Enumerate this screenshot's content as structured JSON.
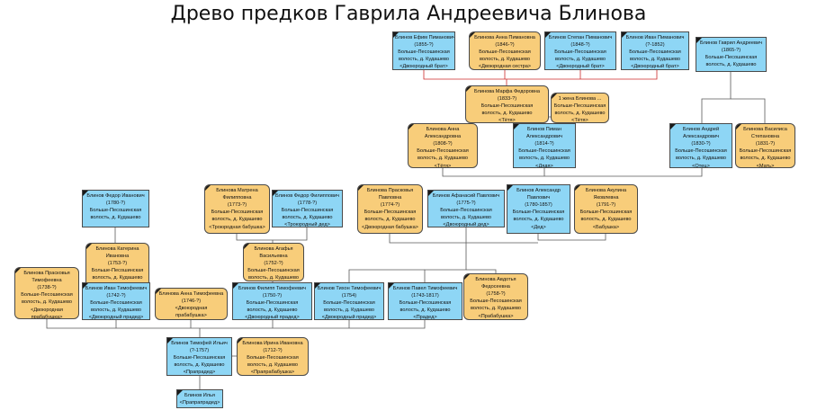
{
  "title": "Древо предков Гаврила Андреевича Блинова",
  "nodes": {
    "efim": {
      "sex": "m",
      "lines": [
        "Блинов Ефим Пиманович",
        "(1855-?)",
        "Больше-Песошинская",
        "волость, д. Кудашево",
        "<Двоюродный брат>"
      ]
    },
    "anna_piman": {
      "sex": "f",
      "lines": [
        "Блинова Анна Пимановна",
        "(1846-?)",
        "Больше-Песошинская",
        "волость, д. Кудашево",
        "<Двоюродная сестра>"
      ]
    },
    "stepan": {
      "sex": "m",
      "lines": [
        "Блинов Степан Пиманович",
        "(1848-?)",
        "Больше-Песошинская",
        "волость, д. Кудашево",
        "<Двоюродный брат>"
      ]
    },
    "ivan_piman": {
      "sex": "m",
      "lines": [
        "Блинов Иван Пиманович",
        "(?-1852)",
        "Больше-Песошинская",
        "волость, д. Кудашево",
        "<Двоюродный брат>"
      ]
    },
    "gavril": {
      "sex": "m",
      "lines": [
        "Блинов Гаврил Андреевич",
        "(1865-?)",
        "Больше-Песошинская",
        "волость, д. Кудашево"
      ]
    },
    "marfa": {
      "sex": "f",
      "lines": [
        "Блинова Марфа Федоровна",
        "(1833-?)",
        "Больше-Песошинская",
        "волость, д. Кудашево",
        "<Тётя>"
      ]
    },
    "wife1": {
      "sex": "f",
      "lines": [
        "1 жена Блинова ...",
        "Больше-Песошинская",
        "волость, д. Кудашево",
        "<Тётя>"
      ]
    },
    "anna_al": {
      "sex": "f",
      "lines": [
        "Блинова Анна",
        "Александровна",
        "(1808-?)",
        "Больше-Песошинская",
        "волость, д. Кудашево",
        "<Тётя>"
      ]
    },
    "piman": {
      "sex": "m",
      "lines": [
        "Блинов Пиман",
        "Александрович",
        "(1814-?)",
        "Больше-Песошинская",
        "волость, д. Кудашево",
        "<Дядя>"
      ]
    },
    "andrey": {
      "sex": "m",
      "lines": [
        "Блинов Андрей",
        "Александрович",
        "(1830-?)",
        "Больше-Песошинская",
        "волость, д. Кудашево",
        "<Отец>"
      ]
    },
    "vasilisa": {
      "sex": "f",
      "lines": [
        "Блинова Василиса",
        "Степановна",
        "(1831-?)",
        "Больше-Песошинская",
        "волость, д. Кудашево",
        "<Мать>"
      ]
    },
    "fedor_iv": {
      "sex": "m",
      "lines": [
        "Блинов Федор Иванович",
        "(1780-?)",
        "Больше-Песошинская",
        "волость, д. Кудашево"
      ]
    },
    "matrena": {
      "sex": "f",
      "lines": [
        "Блинова Матрена",
        "Филипповна",
        "(1773-?)",
        "Больше-Песошинская",
        "волость, д. Кудашево",
        "<Троюродная бабушка>"
      ]
    },
    "fedor_fil": {
      "sex": "m",
      "lines": [
        "Блинов Федор Филиппович",
        "(1778-?)",
        "Больше-Песошинская",
        "волость, д. Кудашево",
        "<Троюродный дед>"
      ]
    },
    "praskovya_p": {
      "sex": "f",
      "lines": [
        "Блинова Прасковья",
        "Павловна",
        "(1774-?)",
        "Больше-Песошинская",
        "волость, д. Кудашево",
        "<Двоюродная бабушка>"
      ]
    },
    "afanasy": {
      "sex": "m",
      "lines": [
        "Блинов Афанасий Павлович",
        "(1775-?)",
        "Больше-Песошинская",
        "волость, д. Кудашево",
        "<Двоюродный дед>"
      ]
    },
    "alexander": {
      "sex": "m",
      "lines": [
        "Блинов Александр",
        "Павлович",
        "(1780-1857)",
        "Больше-Песошинская",
        "волость, д. Кудашево",
        "<Дед>"
      ]
    },
    "akulina": {
      "sex": "f",
      "lines": [
        "Блинова Акулина",
        "Яковлевна",
        "(1791-?)",
        "Больше-Песошинская",
        "волость, д. Кудашево",
        "<Бабушка>"
      ]
    },
    "ekaterina": {
      "sex": "f",
      "lines": [
        "Блинова Катерина",
        "Ивановна",
        "(1753-?)",
        "Больше-Песошинская",
        "волость, д. Кудашево"
      ]
    },
    "agafya": {
      "sex": "f",
      "lines": [
        "Блинова Агафья",
        "Васильевна",
        "(1752-?)",
        "Больше-Песошинская",
        "волость, д. Кудашево"
      ]
    },
    "praskovya_t": {
      "sex": "f",
      "lines": [
        "Блинова Прасковья",
        "Тимофеевна",
        "(1738-?)",
        "Больше-Песошинская",
        "волость, д. Кудашево",
        "<Двоюродная",
        "прабабушка>"
      ]
    },
    "ivan_tim": {
      "sex": "m",
      "lines": [
        "Блинов Иван Тимофеевич",
        "(1742-?)",
        "Больше-Песошинская",
        "волость, д. Кудашево",
        "<Двоюродный прадед>"
      ]
    },
    "anna_tim": {
      "sex": "f",
      "lines": [
        "Блинова Анна Тимофеевна",
        "(1746-?)",
        "<Двоюродная",
        "прабабушка>"
      ]
    },
    "filipp": {
      "sex": "m",
      "lines": [
        "Блинов Филипп Тимофеевич",
        "(1750-?)",
        "Больше-Песошинская",
        "волость, д. Кудашево",
        "<Двоюродный прадед>"
      ]
    },
    "tikhon": {
      "sex": "m",
      "lines": [
        "Блинов Тихон Тимофеевич",
        "(1754)",
        "Больше-Песошинская",
        "волость, д. Кудашево",
        "<Двоюродный прадед>"
      ]
    },
    "pavel": {
      "sex": "m",
      "lines": [
        "Блинов Павел Тимофеевич",
        "(1743-1817)",
        "Больше-Песошинская",
        "волость, д. Кудашево",
        "<Прадед>"
      ]
    },
    "avdotya": {
      "sex": "f",
      "lines": [
        "Блинова Авдотья",
        "Федосеевна",
        "(1758-?)",
        "Больше-Песошинская",
        "волость, д. Кудашево",
        "<Прабабушка>"
      ]
    },
    "timofey": {
      "sex": "m",
      "lines": [
        "Блинов Тимофей Ильич",
        "(?-1757)",
        "Больше-Песошинская",
        "волость, д. Кудашево",
        "<Прапрадед>"
      ]
    },
    "irina": {
      "sex": "f",
      "lines": [
        "Блинова Ирина Ивановна",
        "(1712-?)",
        "Больше-Песошинская",
        "волость, д. Кудашево",
        "<Прапрабабушка>"
      ]
    },
    "ilya": {
      "sex": "m",
      "lines": [
        "Блинов Илья",
        "<Прапрапрадед>"
      ]
    }
  }
}
